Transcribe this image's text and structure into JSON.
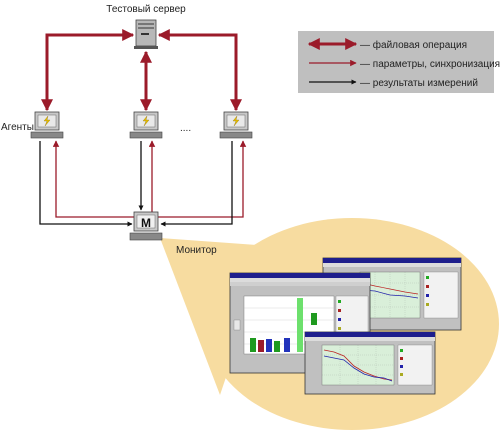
{
  "labels": {
    "server": "Тестовый сервер",
    "agents": "Агенты",
    "monitor": "Монитор",
    "ellipsis": "....",
    "monitor_letter": "M"
  },
  "legend": {
    "items": [
      {
        "text": "— файловая операция",
        "color": "#9b1b2a",
        "style": "double"
      },
      {
        "text": "— параметры, синхронизация",
        "color": "#9b1b2a",
        "style": "single"
      },
      {
        "text": "— результаты измерений",
        "color": "#111111",
        "style": "single"
      }
    ],
    "background": "#bfbfbf"
  },
  "colors": {
    "red": "#9b1b2a",
    "black": "#111111",
    "ellipse": "#f7dca0",
    "window_frame": "#c0c0c0",
    "window_titlebar": "#1e1e8c",
    "screen_green": "#d9efd9"
  },
  "icons": [
    "server-icon",
    "agent-computer-icon",
    "monitor-computer-icon",
    "lightning-icon"
  ]
}
